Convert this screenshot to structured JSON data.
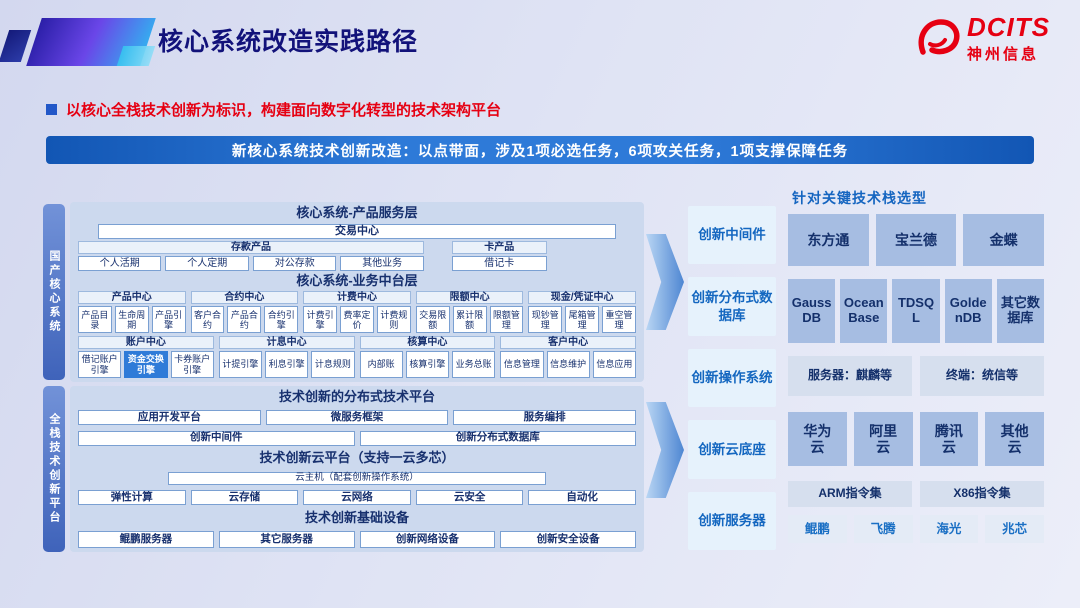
{
  "header": {
    "title": "核心系统改造实践路径",
    "logo": {
      "name": "DCITS",
      "subtitle": "神州信息"
    }
  },
  "intro": {
    "bullet_text": "以核心全栈技术创新为标识，构建面向数字化转型的技术架构平台",
    "banner_text": "新核心系统技术创新改造：以点带面，涉及1项必选任务，6项攻关任务，1项支撑保障任务"
  },
  "side_labels": {
    "top": "国产核心系统",
    "bottom": "全栈技术创新平台"
  },
  "core_system": {
    "product_layer": {
      "title": "核心系统-产品服务层",
      "trade_center": "交易中心",
      "deposit_group": "存款产品",
      "card_group": "卡产品",
      "deposit_items": [
        "个人活期",
        "个人定期",
        "对公存款",
        "其他业务"
      ],
      "card_item": "借记卡"
    },
    "middle_layer": {
      "title": "核心系统-业务中台层",
      "row1": [
        {
          "label": "产品中心",
          "cells": [
            "产品目录",
            "生命周期",
            "产品引擎"
          ]
        },
        {
          "label": "合约中心",
          "cells": [
            "客户合约",
            "产品合约",
            "合约引擎"
          ]
        },
        {
          "label": "计费中心",
          "cells": [
            "计费引擎",
            "费率定价",
            "计费规则"
          ]
        },
        {
          "label": "限额中心",
          "cells": [
            "交易限额",
            "累计限额",
            "限额管理"
          ]
        },
        {
          "label": "现金/凭证中心",
          "cells": [
            "现钞管理",
            "尾箱管理",
            "重空管理"
          ]
        }
      ],
      "row2": [
        {
          "label": "账户中心",
          "cells": [
            "借记账户引擎",
            "资金交换引擎",
            "卡券账户引擎"
          ]
        },
        {
          "label": "计息中心",
          "cells": [
            "计提引擎",
            "利息引擎",
            "计息规则"
          ]
        },
        {
          "label": "核算中心",
          "cells": [
            "内部账",
            "核算引擎",
            "业务总账"
          ]
        },
        {
          "label": "客户中心",
          "cells": [
            "信息管理",
            "信息维护",
            "信息应用"
          ]
        }
      ]
    }
  },
  "innovation_platform": {
    "distributed": {
      "title": "技术创新的分布式技术平台",
      "row1": [
        "应用开发平台",
        "微服务框架",
        "服务编排"
      ],
      "row2": [
        "创新中间件",
        "创新分布式数据库"
      ]
    },
    "cloud": {
      "title": "技术创新云平台（支持一云多芯）",
      "host": "云主机（配套创新操作系统）",
      "items": [
        "弹性计算",
        "云存储",
        "云网络",
        "云安全",
        "自动化"
      ]
    },
    "infra": {
      "title": "技术创新基础设备",
      "items": [
        "鲲鹏服务器",
        "其它服务器",
        "创新网络设备",
        "创新安全设备"
      ]
    }
  },
  "innovation_targets": [
    "创新中间件",
    "创新分布式数据库",
    "创新操作系统",
    "创新云底座",
    "创新服务器"
  ],
  "tech_stack": {
    "title": "针对关键技术栈选型",
    "middleware": [
      "东方通",
      "宝兰德",
      "金蝶"
    ],
    "databases": [
      "GaussDB",
      "OceanBase",
      "TDSQL",
      "GoldenDB",
      "其它数据库"
    ],
    "os": [
      "服务器：麒麟等",
      "终端：统信等"
    ],
    "clouds": [
      "华为云",
      "阿里云",
      "腾讯云",
      "其他云"
    ],
    "instruction_sets": [
      "ARM指令集",
      "X86指令集"
    ],
    "chips": [
      "鲲鹏",
      "飞腾",
      "海光",
      "兆芯"
    ]
  },
  "colors": {
    "brand_red": "#e60012",
    "banner_blue": "#1d5fc4",
    "accent_blue": "#1565c0",
    "navy_text": "#17306e",
    "panel_blue": "#ccd9ee"
  }
}
